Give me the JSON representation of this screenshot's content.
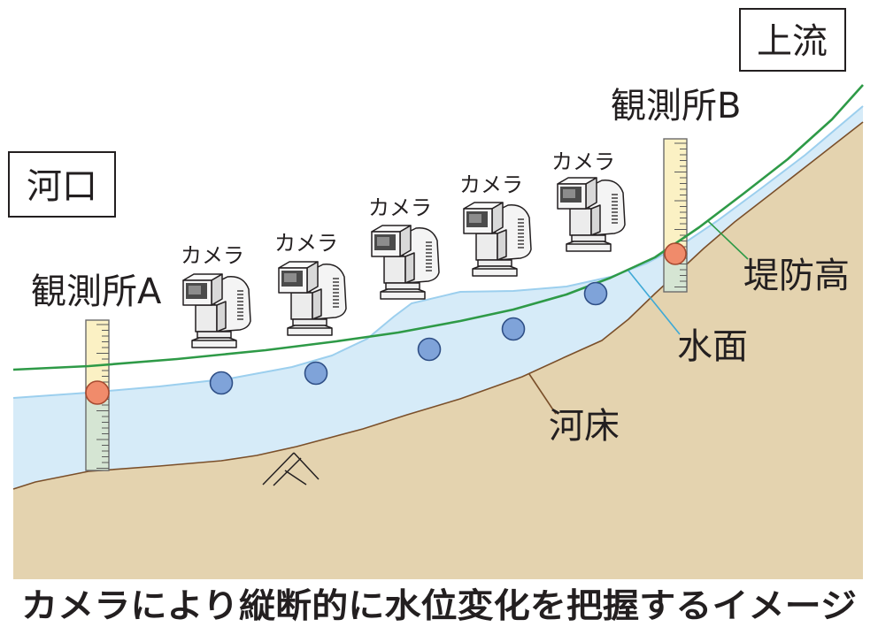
{
  "labels": {
    "upstream": "上流",
    "estuary": "河口",
    "station_a": "観測所A",
    "station_b": "観測所B",
    "levee_height": "堤防高",
    "water_surface": "水面",
    "riverbed": "河床"
  },
  "cameras": [
    {
      "label": "カメラ",
      "icon": "camera-icon"
    },
    {
      "label": "カメラ",
      "icon": "camera-icon"
    },
    {
      "label": "カメラ",
      "icon": "camera-icon"
    },
    {
      "label": "カメラ",
      "icon": "camera-icon"
    },
    {
      "label": "カメラ",
      "icon": "camera-icon"
    }
  ],
  "caption": "カメラにより縦断的に水位変化を把握するイメージ",
  "colors": {
    "levee_line": "#2e9a47",
    "water_fill": "#d6ebf8",
    "water_line": "#9ccfee",
    "ground_fill": "#e4d3af",
    "riverbed_line": "#7a4f2a",
    "level_point": "#7fa3d9",
    "station_point": "#f08b6b",
    "staff_upper": "#fbf1c4",
    "staff_lower": "#d5e5d3"
  }
}
